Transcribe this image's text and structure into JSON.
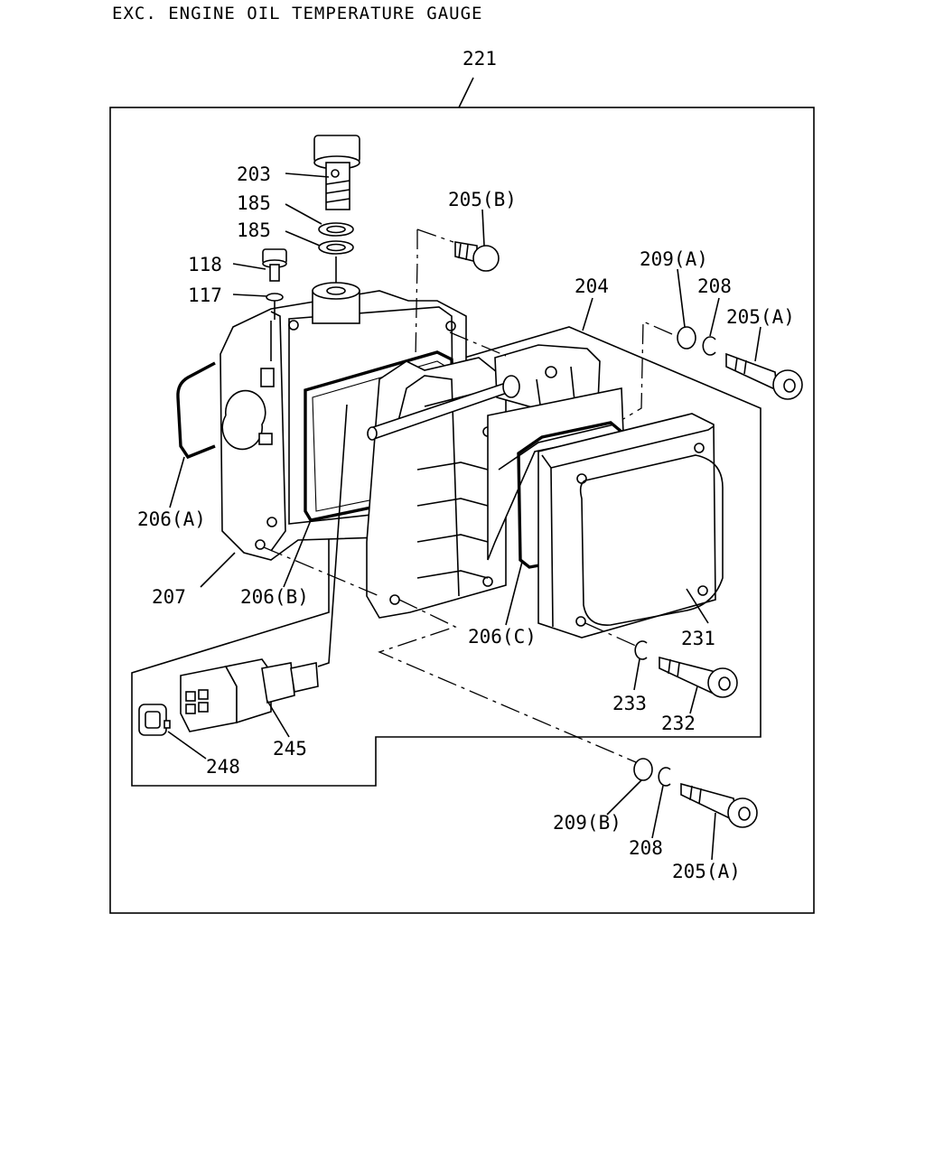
{
  "header": {
    "title": "EXC. ENGINE OIL TEMPERATURE GAUGE"
  },
  "labels": {
    "l221": "221",
    "l203": "203",
    "l185a": "185",
    "l185b": "185",
    "l118": "118",
    "l117": "117",
    "l205b": "205(B)",
    "l204": "204",
    "l209a": "209(A)",
    "l208a": "208",
    "l205a1": "205(A)",
    "l206a": "206(A)",
    "l207": "207",
    "l206b": "206(B)",
    "l206c": "206(C)",
    "l231": "231",
    "l233": "233",
    "l232": "232",
    "l245": "245",
    "l248": "248",
    "l209b": "209(B)",
    "l208b": "208",
    "l205a2": "205(A)"
  }
}
